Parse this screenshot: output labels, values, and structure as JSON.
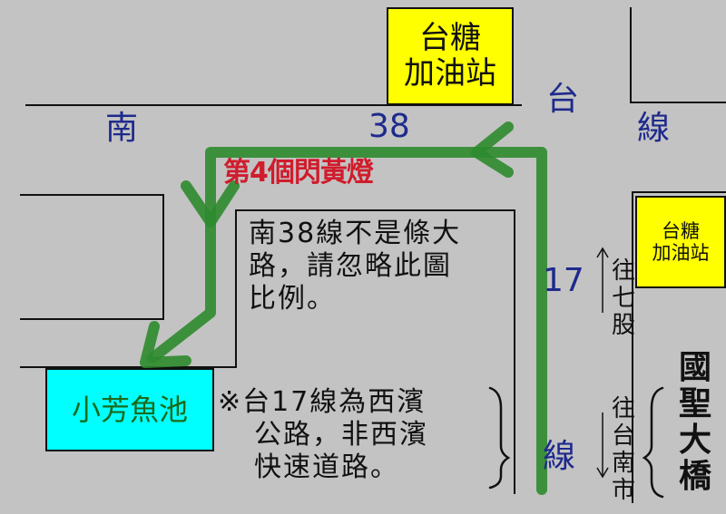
{
  "gas_station_top": {
    "line1": "台糖",
    "line2": "加油站",
    "fill": "#ffff00"
  },
  "gas_station_right": {
    "line1": "台糖",
    "line2": "加油站",
    "fill": "#ffff00"
  },
  "road_nan38": {
    "char1": "南",
    "number": "38",
    "char3": "線"
  },
  "road_tai17": {
    "char1": "台",
    "number": "17",
    "char3": "線"
  },
  "flashing_light_label": "第4個閃黃燈",
  "fish_pond": {
    "label": "小芳魚池",
    "fill": "#00ffff"
  },
  "scale_note": {
    "line1": "南38線不是條大",
    "line2": "路，請忽略此圖",
    "line3": "比例。"
  },
  "highway_note": {
    "line1": "※台17線為西濱",
    "line2": "公路，非西濱",
    "line3": "快速道路。"
  },
  "direction_qigu": "往七股",
  "direction_tainan": "往台南市",
  "school": "國聖大橋",
  "colors": {
    "background": "#c3c3c3",
    "route": "#2e8b2e",
    "road_label": "#1e2a8c",
    "warning_label": "#d01c2c"
  },
  "icons": [
    "route-arrow-icon",
    "arrow-up-icon",
    "arrow-down-icon"
  ]
}
